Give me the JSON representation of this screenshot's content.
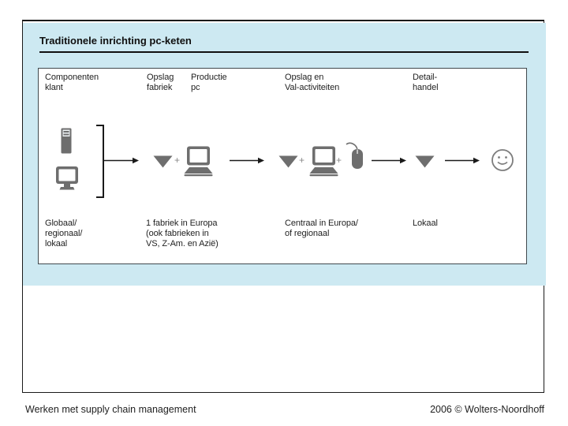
{
  "figure": {
    "title": "Traditionele inrichting pc-keten",
    "plus_sign": "+",
    "columns": [
      {
        "header": "Componenten\nklant",
        "note": "Globaal/\nregionaal/\nlokaal"
      },
      {
        "header": "Opslag\nfabriek",
        "note": "1 fabriek in Europa\n(ook fabrieken in\nVS, Z-Am. en Azië)"
      },
      {
        "header": "Productie\npc",
        "note": ""
      },
      {
        "header": "Opslag en\nVal-activiteiten",
        "note": "Centraal in Europa/\nof regionaal"
      },
      {
        "header": "Detail-\nhandel",
        "note": "Lokaal"
      }
    ],
    "icon_sequence": [
      "computer-tower",
      "desktop-monitor",
      "grouping-bracket",
      "arrow-right",
      "inventory-triangle",
      "plus",
      "pc",
      "arrow-right",
      "inventory-triangle",
      "plus",
      "pc",
      "plus",
      "mouse",
      "arrow-right",
      "inventory-triangle",
      "arrow-right",
      "smiley-customer"
    ]
  },
  "footer": {
    "left": "Werken met supply chain management",
    "right": "2006 © Wolters-Noordhoff"
  },
  "colors": {
    "panel_bg": "#cde9f2",
    "icon_gray": "#6e6e6e",
    "smiley_gray": "#7d7d7d",
    "line_black": "#1a1a1a"
  }
}
